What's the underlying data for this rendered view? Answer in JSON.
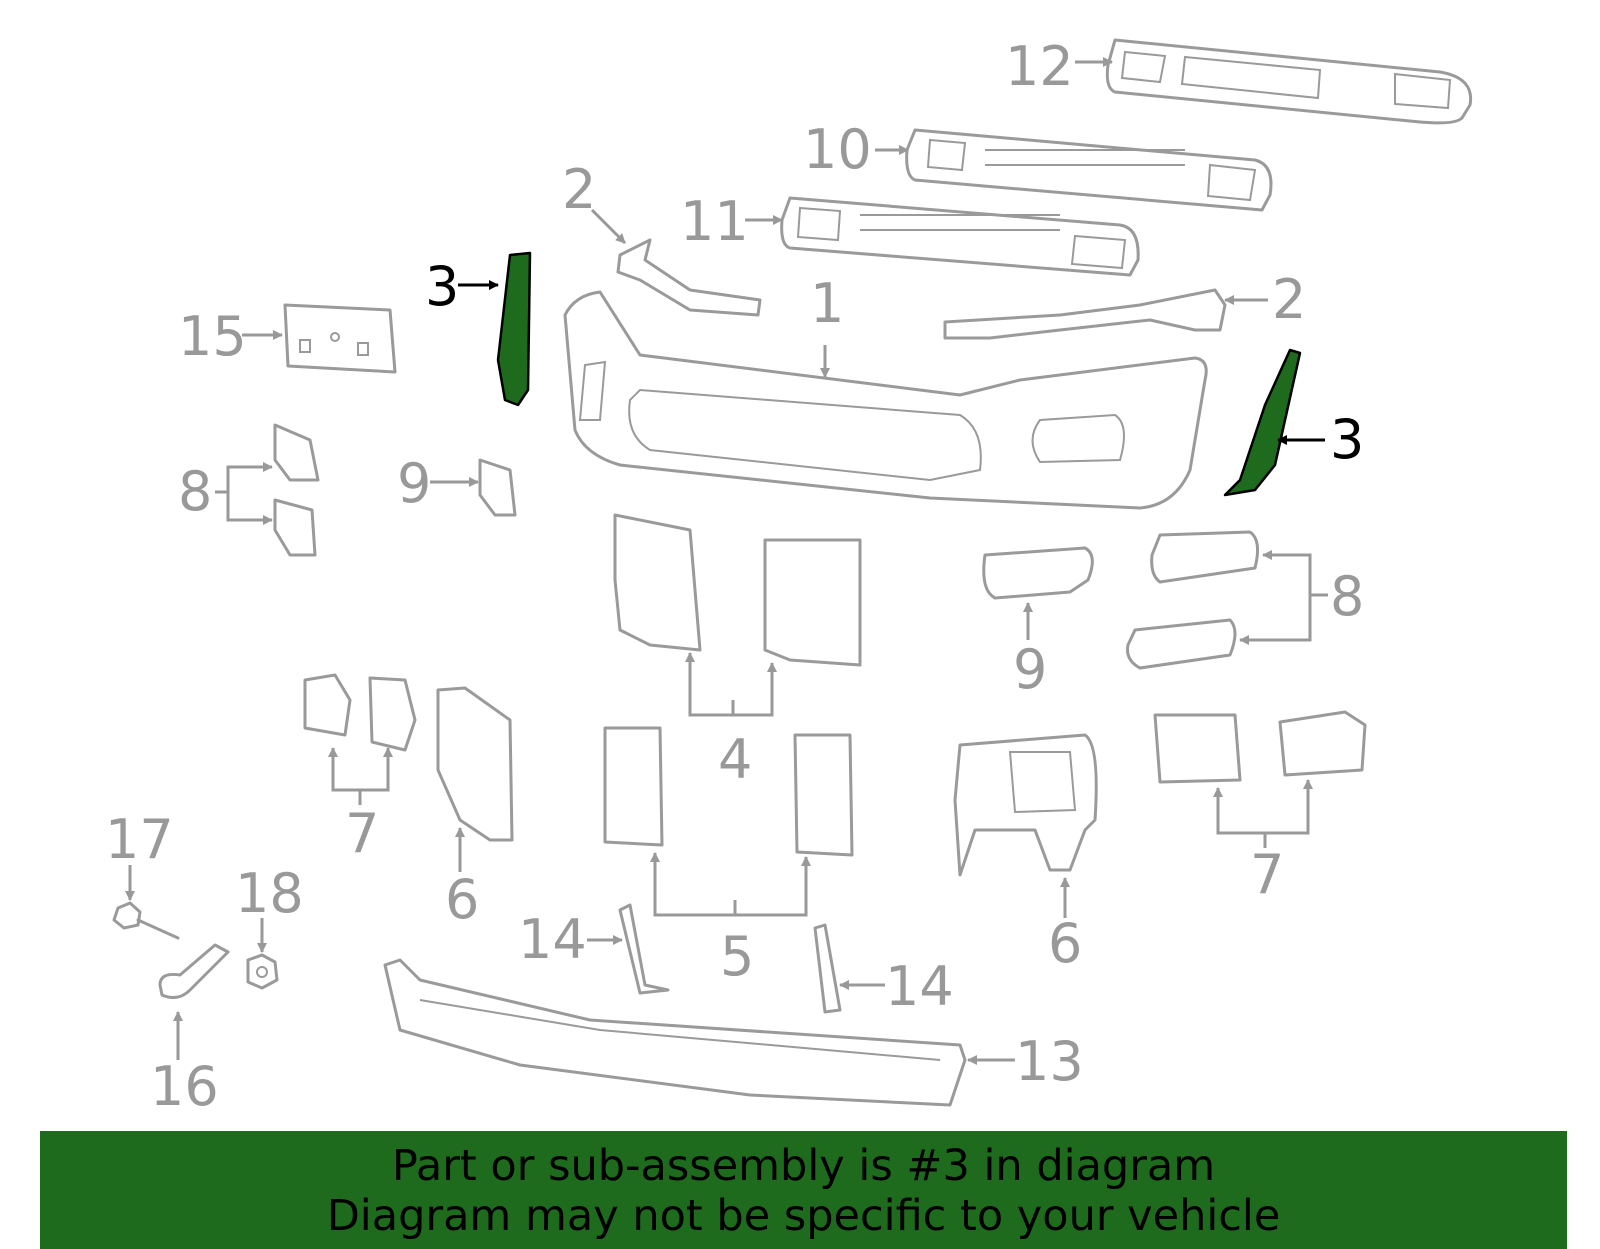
{
  "callouts": [
    {
      "label": "1"
    },
    {
      "label": "2"
    },
    {
      "label": "2"
    },
    {
      "label": "3"
    },
    {
      "label": "3"
    },
    {
      "label": "4"
    },
    {
      "label": "5"
    },
    {
      "label": "6"
    },
    {
      "label": "6"
    },
    {
      "label": "7"
    },
    {
      "label": "7"
    },
    {
      "label": "8"
    },
    {
      "label": "8"
    },
    {
      "label": "9"
    },
    {
      "label": "9"
    },
    {
      "label": "10"
    },
    {
      "label": "11"
    },
    {
      "label": "12"
    },
    {
      "label": "13"
    },
    {
      "label": "14"
    },
    {
      "label": "14"
    },
    {
      "label": "15"
    },
    {
      "label": "16"
    },
    {
      "label": "17"
    },
    {
      "label": "18"
    }
  ],
  "highlighted_part": "3",
  "colors": {
    "highlight": "#1e6b1e",
    "parts": "#9a9a9a",
    "callouts": "#999999"
  },
  "banner": {
    "line1": "Part or sub-assembly is #3 in diagram",
    "line2": "Diagram may not be specific to your vehicle"
  }
}
